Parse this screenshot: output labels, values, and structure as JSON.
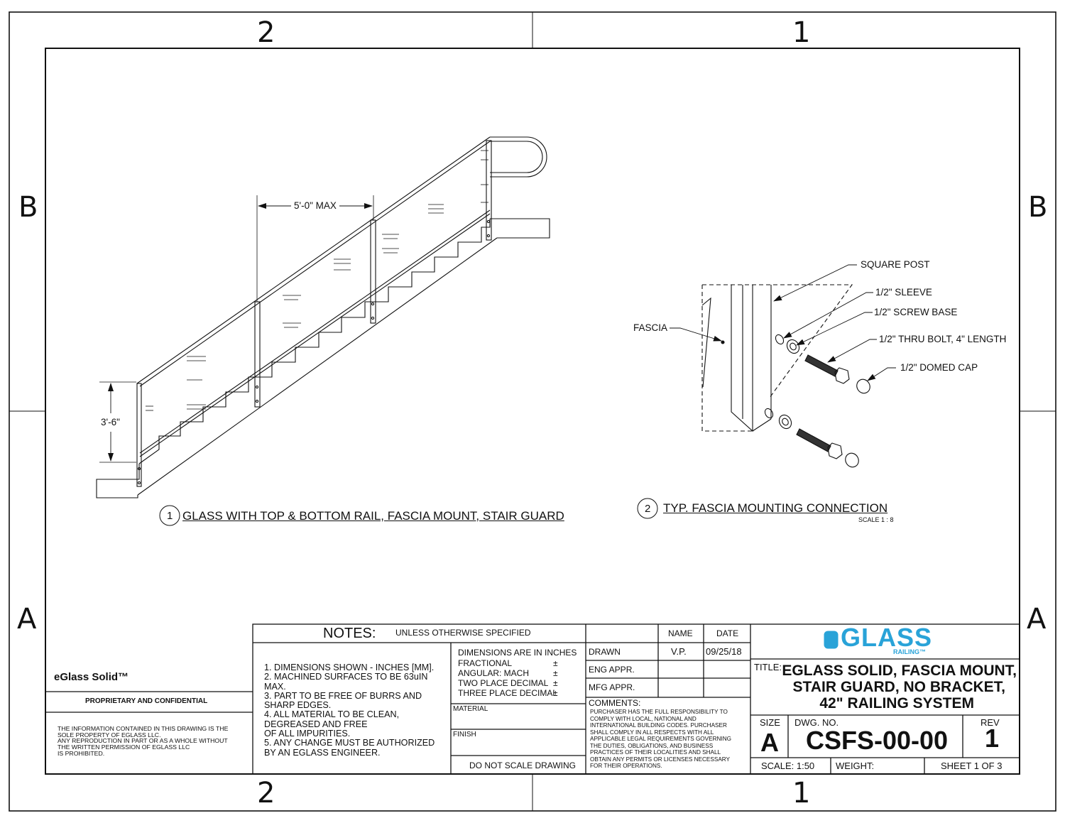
{
  "zones": {
    "top_left": "2",
    "top_right": "1",
    "bottom_left": "2",
    "bottom_right": "1",
    "left_top": "B",
    "left_bottom": "A",
    "right_top": "B",
    "right_bottom": "A"
  },
  "view1": {
    "dim_span": "5'-0\" MAX",
    "dim_height": "3'-6\"",
    "number": "1",
    "title": "GLASS WITH TOP & BOTTOM RAIL, FASCIA MOUNT, STAIR GUARD"
  },
  "view2": {
    "number": "2",
    "title": "TYP. FASCIA  MOUNTING CONNECTION",
    "scale": "SCALE 1 : 8",
    "callouts": {
      "square_post": "SQUARE POST",
      "sleeve": "1/2\" SLEEVE",
      "screw_base": "1/2\" SCREW BASE",
      "thru_bolt": "1/2\" THRU BOLT, 4\" LENGTH",
      "domed_cap": "1/2\" DOMED CAP",
      "fascia": "FASCIA"
    }
  },
  "left_block": {
    "product": "eGlass Solid™",
    "proprietary": "PROPRIETARY AND CONFIDENTIAL",
    "disclaimer": "THE INFORMATION CONTAINED IN THIS DRAWING IS THE\nSOLE PROPERTY OF EGLASS LLC.\nANY REPRODUCTION IN PART OR AS A WHOLE WITHOUT\nTHE WRITTEN PERMISSION OF EGLASS LLC\nIS PROHIBITED."
  },
  "notes": {
    "heading": "NOTES:",
    "subheading": "UNLESS OTHERWISE SPECIFIED",
    "body": "1. DIMENSIONS SHOWN - INCHES [MM].\n2. MACHINED SURFACES TO BE 63uIN\nMAX.\n3. PART TO BE FREE OF BURRS AND\nSHARP EDGES.\n4. ALL MATERIAL TO BE CLEAN,\nDEGREASED AND FREE\nOF ALL IMPURITIES.\n5. ANY CHANGE MUST BE AUTHORIZED\nBY AN EGLASS ENGINEER."
  },
  "tolerances": {
    "header": "DIMENSIONS ARE IN INCHES",
    "rows": [
      "FRACTIONAL",
      "ANGULAR: MACH",
      "TWO PLACE DECIMAL",
      "THREE PLACE DECIMAL"
    ],
    "pm": "±",
    "material": "MATERIAL",
    "finish": "FINISH",
    "do_not_scale": "DO NOT SCALE DRAWING"
  },
  "approvals": {
    "col_name": "NAME",
    "col_date": "DATE",
    "rows": [
      {
        "label": "DRAWN",
        "name": "V.P.",
        "date": "09/25/18"
      },
      {
        "label": "ENG APPR.",
        "name": "",
        "date": ""
      },
      {
        "label": "MFG APPR.",
        "name": "",
        "date": ""
      }
    ],
    "comments_label": "COMMENTS:",
    "comments": "PURCHASER HAS THE FULL RESPONSIBILITY TO\nCOMPLY WITH LOCAL, NATIONAL AND\nINTERNATIONAL BUILDING CODES. PURCHASER\nSHALL COMPLY IN ALL RESPECTS WITH ALL\nAPPLICABLE LEGAL REQUIREMENTS GOVERNING\nTHE DUTIES, OBLIGATIONS, AND BUSINESS\nPRACTICES OF THEIR LOCALITIES AND SHALL\nOBTAIN ANY PERMITS OR LICENSES NECESSARY\nFOR THEIR OPERATIONS."
  },
  "title_block": {
    "logo_main": "GLASS",
    "logo_sub": "RAILING™",
    "logo_color": "#29a3d8",
    "title_label": "TITLE:",
    "title_line1": "EGLASS SOLID, FASCIA MOUNT,",
    "title_line2": "STAIR GUARD, NO BRACKET,",
    "title_line3": "42\" RAILING SYSTEM",
    "size_label": "SIZE",
    "size": "A",
    "dwg_label": "DWG.  NO.",
    "dwg_no": "CSFS-00-00",
    "rev_label": "REV",
    "rev": "1",
    "scale": "SCALE: 1:50",
    "weight": "WEIGHT:",
    "sheet": "SHEET 1 OF 3"
  }
}
